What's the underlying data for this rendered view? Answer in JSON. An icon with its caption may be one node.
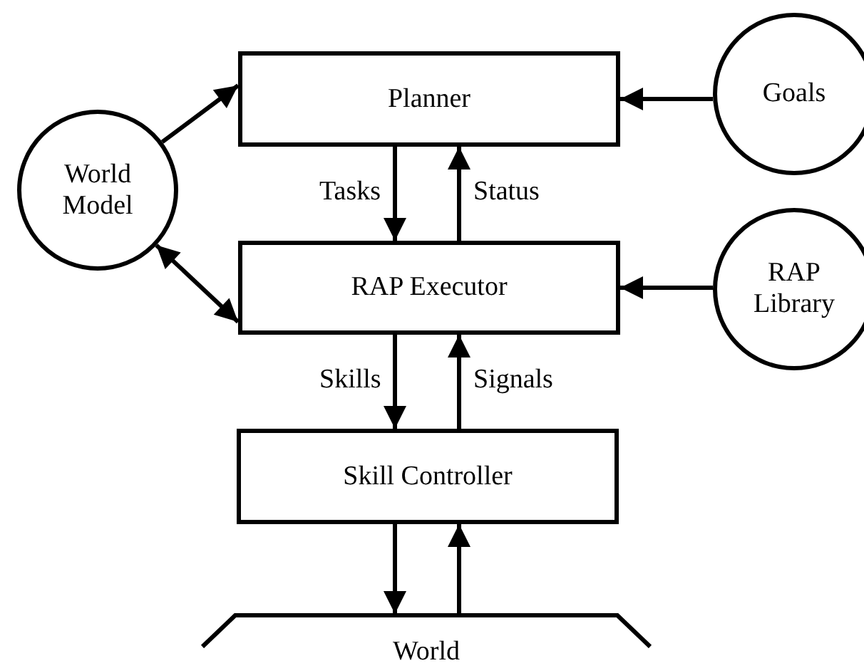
{
  "diagram": {
    "nodes": [
      {
        "text": [
          "Planner"
        ]
      },
      {
        "text": [
          "World Model"
        ]
      },
      {
        "text": [
          "Goals"
        ]
      },
      {
        "text": [
          "RAP Executor"
        ]
      },
      {
        "text": [
          "RAP Library"
        ]
      },
      {
        "text": [
          "Skill Controller"
        ]
      },
      {
        "text": [
          "World"
        ]
      }
    ],
    "edges": [
      {
        "from": 1,
        "to": 0,
        "arrow": "to"
      },
      {
        "from": 2,
        "to": 0,
        "arrow": "to"
      },
      {
        "from": 0,
        "to": 3,
        "arrow": "to",
        "label": "Tasks"
      },
      {
        "from": 3,
        "to": 0,
        "arrow": "to",
        "label": "Status"
      },
      {
        "from": 1,
        "to": 3,
        "arrow": "both"
      },
      {
        "from": 4,
        "to": 3,
        "arrow": "to"
      },
      {
        "from": 3,
        "to": 5,
        "arrow": "to",
        "label": "Skills"
      },
      {
        "from": 5,
        "to": 3,
        "arrow": "to",
        "label": "Signals"
      },
      {
        "from": 5,
        "to": 6,
        "arrow": "to"
      },
      {
        "from": 6,
        "to": 5,
        "arrow": "to"
      }
    ]
  }
}
